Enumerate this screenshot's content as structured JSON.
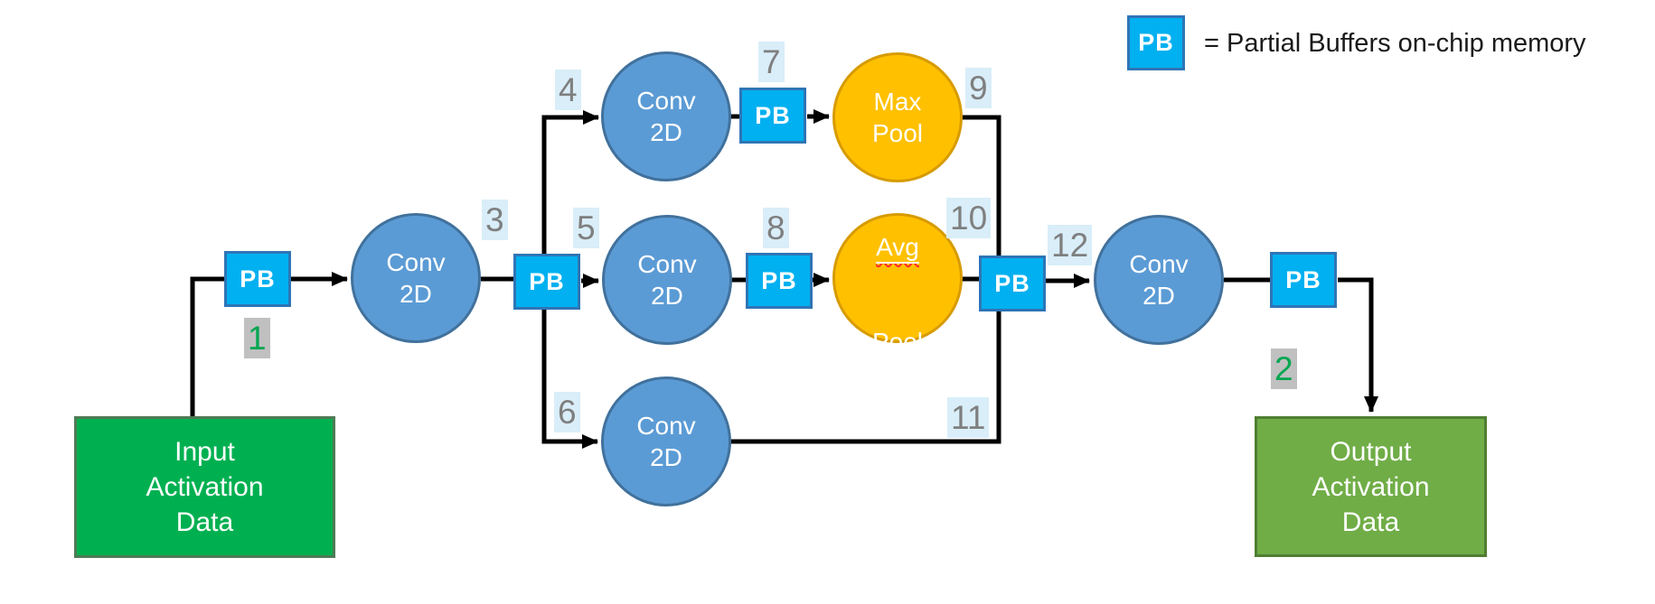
{
  "legend": {
    "pb_label": "PB",
    "description": "= Partial Buffers on-chip memory"
  },
  "nodes": {
    "input": {
      "label": "Input\nActivation\nData"
    },
    "output": {
      "label": "Output\nActivation\nData"
    },
    "conv_main": {
      "label": "Conv\n2D"
    },
    "conv_top": {
      "label": "Conv\n2D"
    },
    "conv_mid": {
      "label": "Conv\n2D"
    },
    "conv_bottom": {
      "label": "Conv\n2D"
    },
    "conv_final": {
      "label": "Conv\n2D"
    },
    "max_pool": {
      "label": "Max\nPool"
    },
    "avg_pool": {
      "line1": "Avg",
      "line2": "Pool"
    },
    "pb1": {
      "label": "PB"
    },
    "pb2": {
      "label": "PB"
    },
    "pb3": {
      "label": "PB"
    },
    "pb4": {
      "label": "PB"
    },
    "pb5": {
      "label": "PB"
    },
    "pb6": {
      "label": "PB"
    }
  },
  "steps": {
    "s1": "1",
    "s2": "2",
    "s3": "3",
    "s4": "4",
    "s5": "5",
    "s6": "6",
    "s7": "7",
    "s8": "8",
    "s9": "9",
    "s10": "10",
    "s11": "11",
    "s12": "12"
  },
  "colors": {
    "pb_fill": "#00B0F0",
    "pb_border": "#2E75B6",
    "conv_fill": "#5B9BD5",
    "conv_border": "#41719C",
    "pool_fill": "#FFC000",
    "pool_border": "#D79B00",
    "input_fill": "#00B050",
    "output_fill": "#70AD47",
    "step_highlight_blue": "#D9EEF9",
    "step_highlight_gray": "#C0C0C0",
    "step_number_gray": "#7F7F7F",
    "step_number_green": "#00A650",
    "wire": "#000000"
  }
}
